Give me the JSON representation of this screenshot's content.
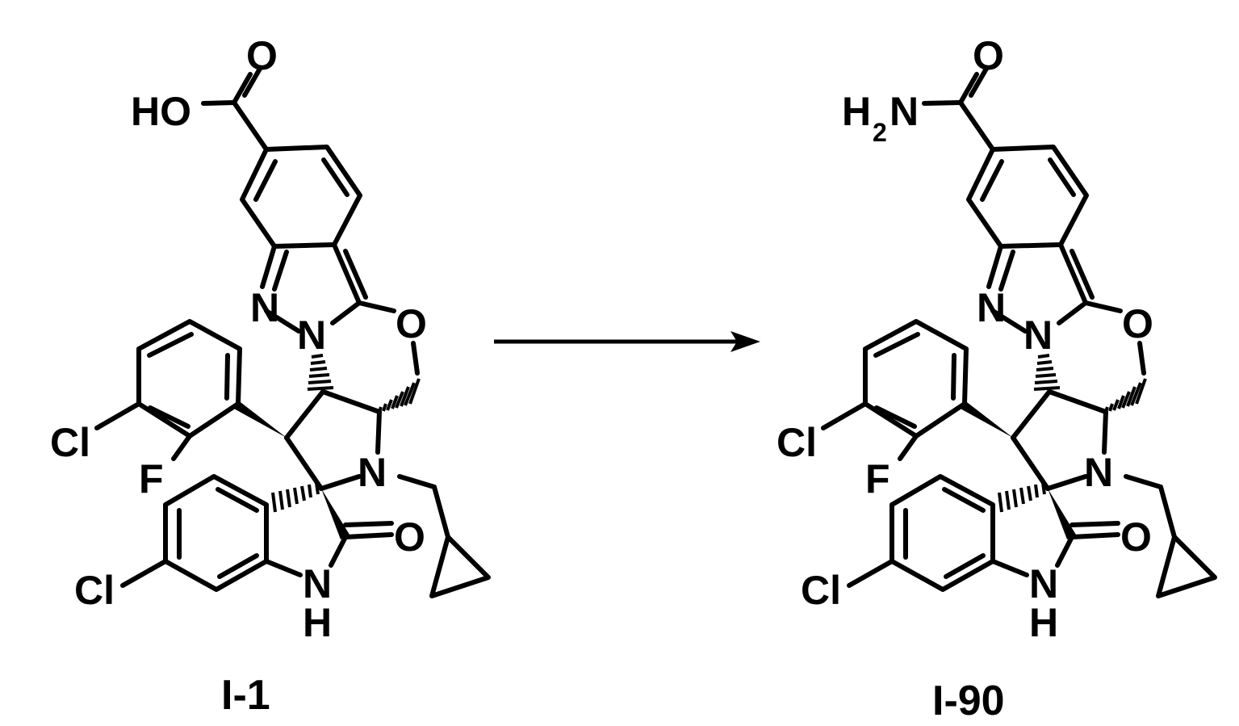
{
  "left_molecule": {
    "label": "I-1",
    "atoms": {
      "o_carbonyl": "O",
      "ho": "HO",
      "n1": "N",
      "n2": "N",
      "o_ring": "O",
      "cl_aryl": "Cl",
      "f": "F",
      "n_pyrrolidine": "N",
      "o_lactam": "O",
      "cl_indole": "Cl",
      "nh_n": "N",
      "nh_h": "H"
    }
  },
  "right_molecule": {
    "label": "I-90",
    "atoms": {
      "o_carbonyl": "O",
      "h2n_h": "H",
      "h2n_sub": "2",
      "h2n_n": "N",
      "n1": "N",
      "n2": "N",
      "o_ring": "O",
      "cl_aryl": "Cl",
      "f": "F",
      "n_pyrrolidine": "N",
      "o_lactam": "O",
      "cl_indole": "Cl",
      "nh_n": "N",
      "nh_h": "H"
    }
  }
}
